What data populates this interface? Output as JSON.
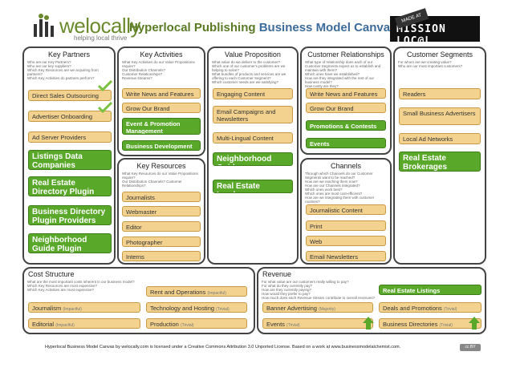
{
  "header": {
    "logo": "welocally",
    "tagline": "helping local thrive",
    "title_a": "Hyperlocal Publishing",
    "title_b": "Business Model Canvas",
    "mission_badge": "MISSION LOC@L",
    "mission_tag": "MADE AT"
  },
  "key_partners": {
    "title": "Key Partners",
    "desc": "Who are our Key Partners?\nWho are our key suppliers?\nWhich Key Resources are we acquiring from partners?\nWhich Key Activities do partners perform?",
    "cards": [
      "Direct Sales Outsourcing",
      "Advertiser Onboarding",
      "Ad Server Providers",
      "Listings Data Companies",
      "Real Estate Directory Plugin Providers",
      "Business Directory Plugin Providers",
      "Neighborhood Guide Plugin Providers"
    ]
  },
  "key_activities": {
    "title": "Key Activities",
    "desc": "What Key Activities do our Value Propositions require?\nOur Distribution Channels?\nCustomer Relationships?\nRevenue streams?",
    "cards": [
      "Write News and Features",
      "Grow Our Brand",
      "Event & Promotion Management",
      "Business Development"
    ]
  },
  "key_resources": {
    "title": "Key Resources",
    "desc": "What Key Resources do our Value Propositions require?\nOur Distribution Channels? Customer Relationships?",
    "cards": [
      "Journalists",
      "Webmaster",
      "Editor",
      "Photographer",
      "Interns"
    ]
  },
  "value_proposition": {
    "title": "Value Proposition",
    "desc": "What value do we deliver to the customer?\nWhich one of our customer's problems are we helping to solve?\nWhat bundles of products and services are we offering to each Customer Segment?\nWhich customer needs are we satisfying?",
    "cards": [
      "Engaging Content",
      "Email Campaigns and Newsletters",
      "Multi-Lingual Content",
      "Neighborhood Guide",
      "Real Estate Leadgen"
    ]
  },
  "customer_relationships": {
    "title": "Customer Relationships",
    "desc": "What type of relationship does each of our Customer Segments expect us to establish and maintain with them?\nWhich ones have we established?\nHow are they integrated with the rest of our business model?\nHow costly are they?",
    "cards": [
      "Write News and Features",
      "Grow Our Brand",
      "Promotions & Contests",
      "Events"
    ]
  },
  "channels": {
    "title": "Channels",
    "desc": "Through which Channels do our Customer Segments want to be reached?\nHow are we reaching them now?\nHow are our Channels integrated?\nWhich ones work best?\nWhich ones are most cost-efficient?\nHow are we integrating them with customer routines?",
    "cards": [
      "Journalistic Content",
      "Print",
      "Web",
      "Email Newsletters"
    ]
  },
  "customer_segments": {
    "title": "Customer Segments",
    "desc": "For whom are we creating value?\nWho are our most important customers?",
    "cards": [
      "Readers",
      "Small Business Advertisers",
      "Local Ad Networks",
      "Real Estate Brokerages"
    ]
  },
  "cost_structure": {
    "title": "Cost Structure",
    "desc": "What are the most important costs inherent in our business model?\nWhich Key Resources are most expensive?\nWhich Key Activities are most expensive?",
    "cards": [
      {
        "label": "Journalism",
        "note": "(Impactful)"
      },
      {
        "label": "Editorial",
        "note": "(Impactful)"
      },
      {
        "label": "Rent and Operations",
        "note": "(Impactful)"
      },
      {
        "label": "Technology and Hosting",
        "note": "(Trivial)"
      },
      {
        "label": "Production",
        "note": "(Trivial)"
      }
    ]
  },
  "revenue": {
    "title": "Revenue",
    "desc": "For what value are our customers really willing to pay?\nFor what do they currently pay?\nHow are they currently paying?\nHow would they prefer to pay?\nHow much does each Revenue Stream contribute to overall revenues?",
    "cards": [
      {
        "label": "Real Estate Listings",
        "note": ""
      },
      {
        "label": "Banner Advertising",
        "note": "(Majority)"
      },
      {
        "label": "Deals and Promotions",
        "note": "(Trivial)"
      },
      {
        "label": "Events",
        "note": "(Trivial)"
      },
      {
        "label": "Business Directories",
        "note": "(Trivial)"
      }
    ]
  },
  "footer": {
    "license": "Hyperlocal Business Model Canvas by welocally.com is licensed under a Creative Commons Attribution 3.0 Unported License. Based on a work at www.businessmodelalchemist.com.",
    "cc": "cc BY"
  },
  "colors": {
    "card_yellow": "#f2d28e",
    "card_green": "#5aa82a",
    "title_green": "#5a7a24",
    "title_blue": "#3d6b9a"
  }
}
